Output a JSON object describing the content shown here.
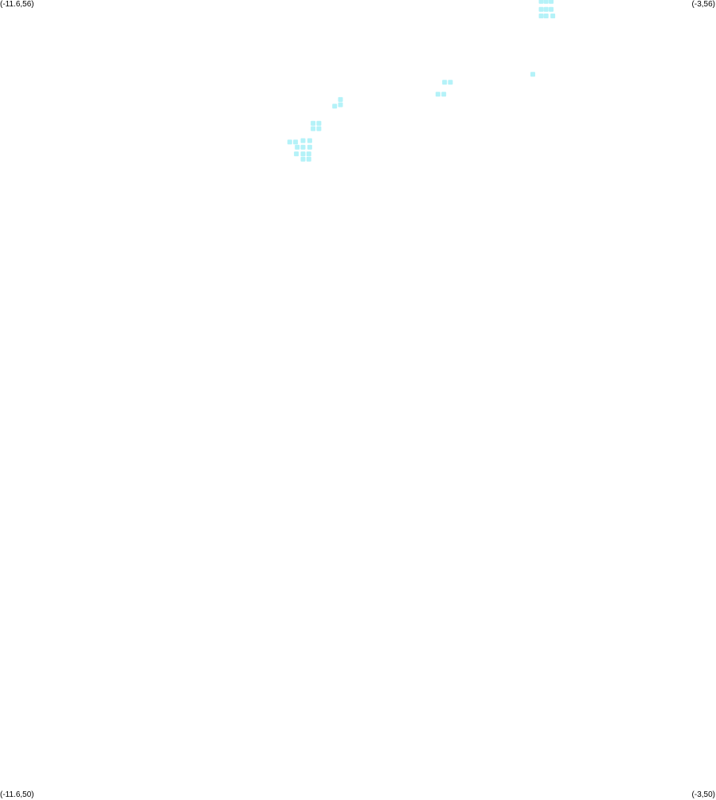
{
  "corners": {
    "top_left": "(-11.6,56)",
    "top_right": "(-3,56)",
    "bottom_left": "(-11.6,50)",
    "bottom_right": "(-3,50)"
  },
  "bounds": {
    "lon_min": -11.6,
    "lon_max": -3,
    "lat_min": 50,
    "lat_max": 56
  },
  "point_color": "#b4f2f8",
  "points": [
    [
      -5.1,
      55.99
    ],
    [
      -5.04,
      55.99
    ],
    [
      -4.98,
      55.99
    ],
    [
      -5.1,
      55.93
    ],
    [
      -5.04,
      55.93
    ],
    [
      -4.98,
      55.93
    ],
    [
      -5.1,
      55.88
    ],
    [
      -5.04,
      55.88
    ],
    [
      -4.96,
      55.88
    ],
    [
      -5.2,
      55.44
    ],
    [
      -6.19,
      55.38
    ],
    [
      -6.26,
      55.38
    ],
    [
      -6.27,
      55.29
    ],
    [
      -6.34,
      55.29
    ],
    [
      -7.51,
      55.25
    ],
    [
      -7.51,
      55.21
    ],
    [
      -7.58,
      55.2
    ],
    [
      -7.84,
      55.07
    ],
    [
      -7.77,
      55.07
    ],
    [
      -7.84,
      55.03
    ],
    [
      -7.77,
      55.03
    ],
    [
      -8.12,
      54.93
    ],
    [
      -8.05,
      54.93
    ],
    [
      -7.96,
      54.94
    ],
    [
      -7.88,
      54.94
    ],
    [
      -8.03,
      54.89
    ],
    [
      -7.96,
      54.89
    ],
    [
      -7.88,
      54.89
    ],
    [
      -8.04,
      54.84
    ],
    [
      -7.96,
      54.84
    ],
    [
      -7.89,
      54.84
    ],
    [
      -7.96,
      54.8
    ],
    [
      -7.89,
      54.8
    ]
  ]
}
